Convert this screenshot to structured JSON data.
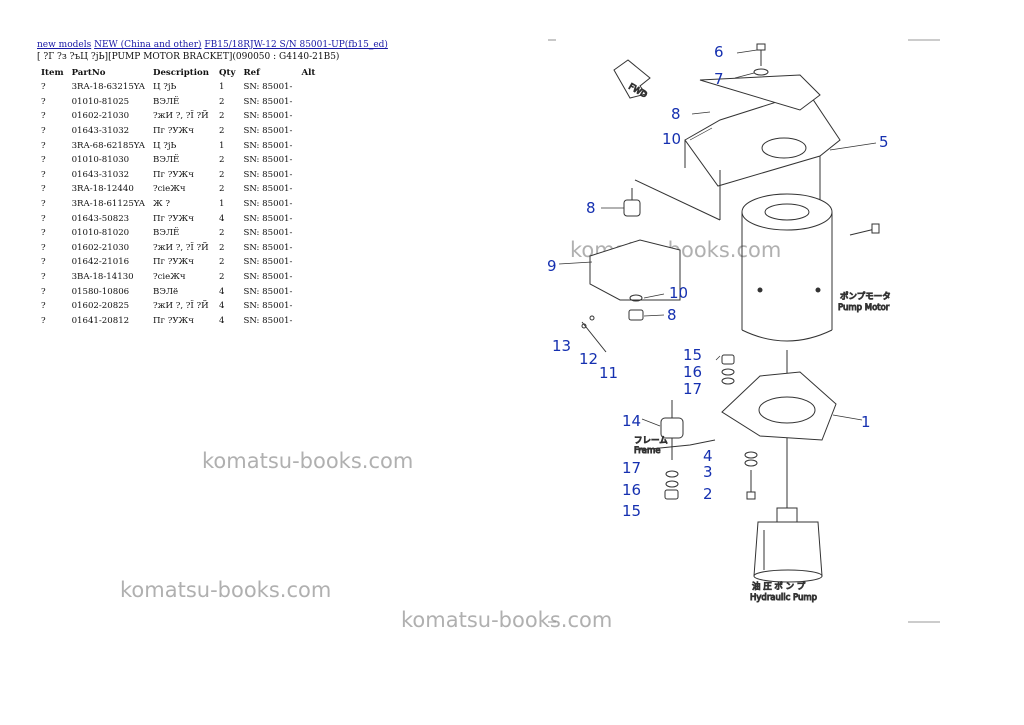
{
  "nav": {
    "links": [
      "new models",
      "NEW (China and other)",
      "FB15/18RJW-12 S/N 85001-UP(fb15_ed)"
    ]
  },
  "subtitle": "[ ?Г ?з ?ъЦ ?jЬ][PUMP MOTOR BRACKET](090050 : G4140-21B5)",
  "table": {
    "headers": [
      "Item",
      "PartNo",
      "Description",
      "Qty",
      "Ref",
      "Alt"
    ],
    "rows": [
      [
        "?",
        "3RA-18-63215YA",
        "Ц ?jЬ",
        "1",
        "SN: 85001-",
        ""
      ],
      [
        "?",
        "01010-81025",
        "ВЭЛЁ",
        "2",
        "SN: 85001-",
        ""
      ],
      [
        "?",
        "01602-21030",
        "?жИ ?, ?Ї ?Й",
        "2",
        "SN: 85001-",
        ""
      ],
      [
        "?",
        "01643-31032",
        "Пг ?УЖч",
        "2",
        "SN: 85001-",
        ""
      ],
      [
        "?",
        "3RA-68-62185YA",
        "Ц ?jЬ",
        "1",
        "SN: 85001-",
        ""
      ],
      [
        "?",
        "01010-81030",
        "ВЭЛЁ",
        "2",
        "SN: 85001-",
        ""
      ],
      [
        "?",
        "01643-31032",
        "Пг ?УЖч",
        "2",
        "SN: 85001-",
        ""
      ],
      [
        "?",
        "3RA-18-12440",
        "?сіеЖч",
        "2",
        "SN: 85001-",
        ""
      ],
      [
        "?",
        "3RA-18-61125YA",
        "Ж ?",
        "1",
        "SN: 85001-",
        ""
      ],
      [
        "?",
        "01643-50823",
        "Пг ?УЖч",
        "4",
        "SN: 85001-",
        ""
      ],
      [
        "?",
        "01010-81020",
        "ВЭЛЁ",
        "2",
        "SN: 85001-",
        ""
      ],
      [
        "?",
        "01602-21030",
        "?жИ ?, ?Ї ?Й",
        "2",
        "SN: 85001-",
        ""
      ],
      [
        "?",
        "01642-21016",
        "Пг ?УЖч",
        "2",
        "SN: 85001-",
        ""
      ],
      [
        "?",
        "3BA-18-14130",
        "?сіеЖч",
        "2",
        "SN: 85001-",
        ""
      ],
      [
        "?",
        "01580-10806",
        "ВЭЛё",
        "4",
        "SN: 85001-",
        ""
      ],
      [
        "?",
        "01602-20825",
        "?жИ ?, ?Ї ?Й",
        "4",
        "SN: 85001-",
        ""
      ],
      [
        "?",
        "01641-20812",
        "Пг ?УЖч",
        "4",
        "SN: 85001-",
        ""
      ]
    ]
  },
  "watermark": "komatsu-books.com",
  "diagram": {
    "callouts": [
      "6",
      "7",
      "8",
      "10",
      "5",
      "8",
      "9",
      "10",
      "8",
      "13",
      "12",
      "11",
      "15",
      "16",
      "17",
      "1",
      "14",
      "4",
      "3",
      "17",
      "16",
      "15",
      "2"
    ],
    "labels": {
      "motor_jp": "ポンプモータ",
      "motor_en": "Pump Motor",
      "frame_jp": "フレーム",
      "frame_en": "Frame",
      "pump_jp": "油 圧 ポ ン プ",
      "pump_en": "Hydraulic Pump",
      "fwd": "FWD"
    }
  }
}
